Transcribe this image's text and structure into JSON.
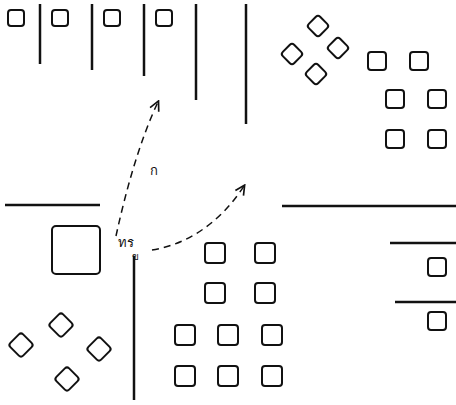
{
  "diagram": {
    "labels": [
      "ก",
      "ทร",
      "ข"
    ]
  }
}
